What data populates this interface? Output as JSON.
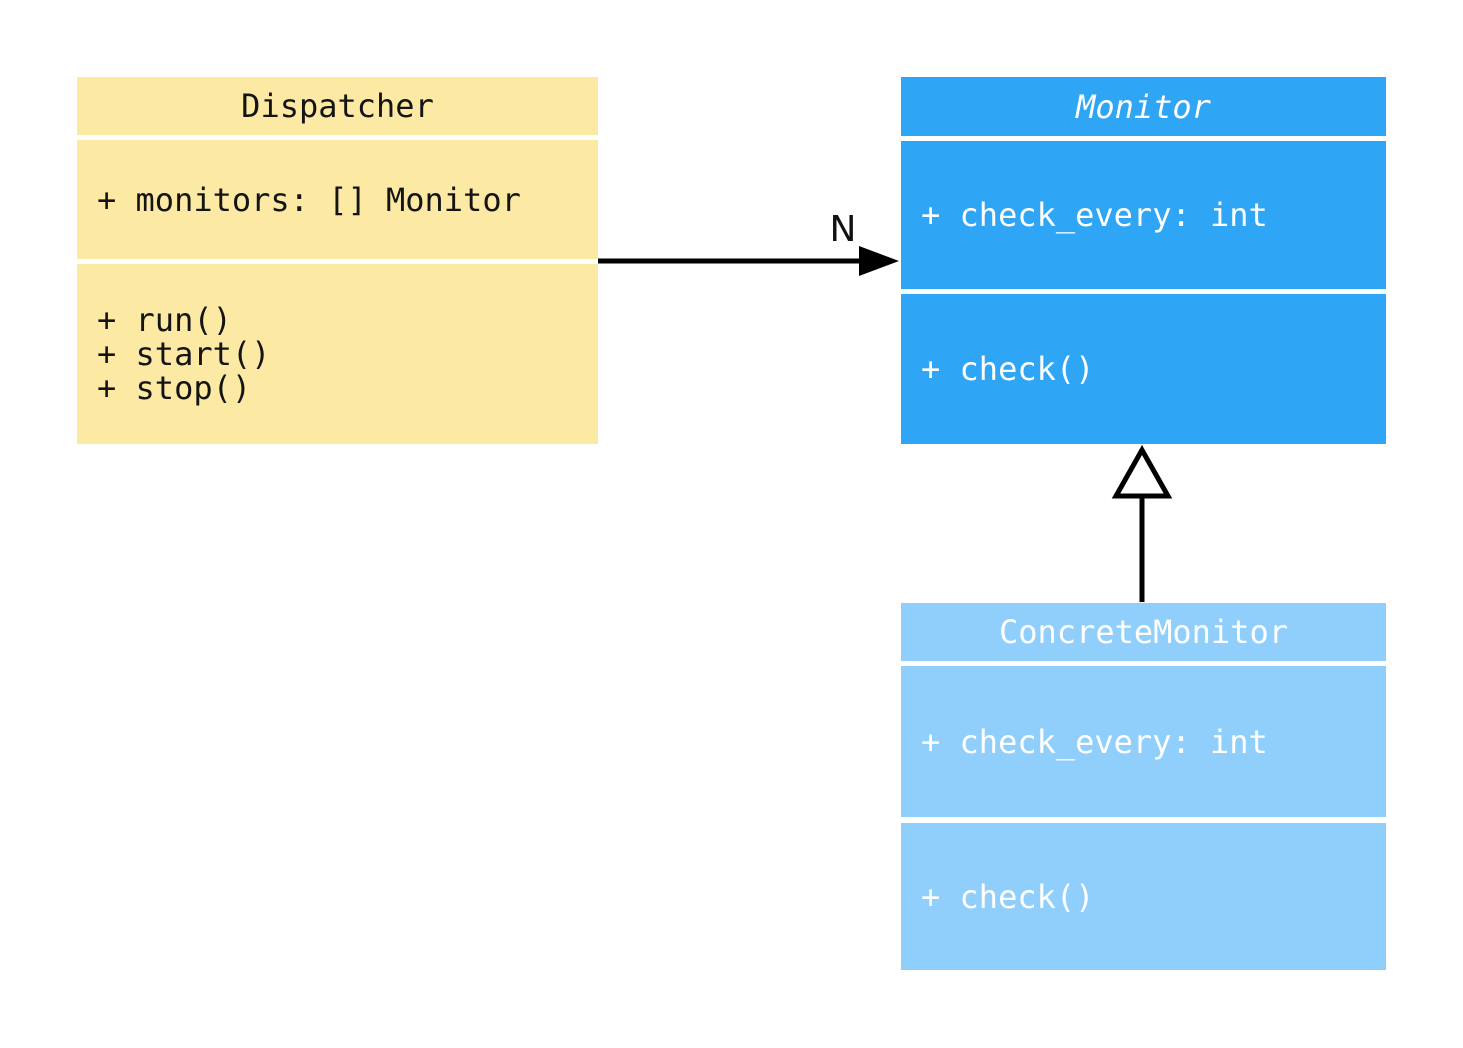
{
  "diagram_type": "uml-class-diagram",
  "background": "#FFFFFF",
  "arrow_color": "#000000",
  "classes": {
    "dispatcher": {
      "name": "Dispatcher",
      "is_abstract": false,
      "attributes": [
        "+ monitors: [] Monitor"
      ],
      "methods": [
        "+ run()",
        "+ start()",
        "+ stop()"
      ],
      "fill": "#FBE9A4",
      "text_color": "#141414"
    },
    "monitor": {
      "name": "Monitor",
      "is_abstract": true,
      "attributes": [
        "+ check_every: int"
      ],
      "methods": [
        "+ check()"
      ],
      "fill": "#2FA5F6",
      "text_color": "#FFFFFF"
    },
    "concrete_monitor": {
      "name": "ConcreteMonitor",
      "is_abstract": false,
      "attributes": [
        "+ check_every: int"
      ],
      "methods": [
        "+ check()"
      ],
      "fill": "#90CFFB",
      "text_color": "#FFFFFF"
    }
  },
  "relations": {
    "association": {
      "type": "directed-association",
      "from": "Dispatcher",
      "to": "Monitor",
      "label": "N"
    },
    "inheritance": {
      "type": "generalization",
      "from": "ConcreteMonitor",
      "to": "Monitor"
    }
  }
}
